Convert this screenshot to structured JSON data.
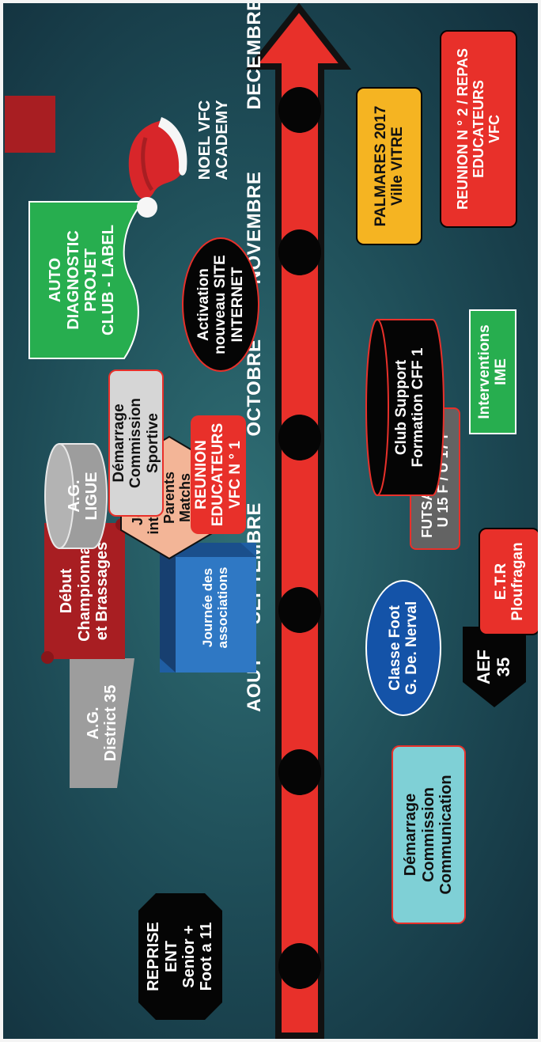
{
  "months": {
    "aout": "AOUT",
    "septembre": "SEPTEMBRE",
    "octobre": "OCTOBRE",
    "novembre": "NOVEMBRE",
    "decembre": "DECEMBRE"
  },
  "events": {
    "reprise": "REPRISE\nENT\nSenior +\nFoot a 11",
    "ag_district": "A.G.\nDistrict 35",
    "journee_associations": "Journée des\nassociations",
    "debut_championnat": "Début\nChampionnat\net Brassages",
    "journee_integration": "Journée\nintégration\nParents\nMatchs\nFéminins",
    "ag_ligue": "A.G.\nLIGUE",
    "demarrage_sportive": "Démarrage\nCommission Sportive",
    "reunion_educateurs_1": "REUNION\nEDUCATEURS\nVFC N ° 1",
    "activation_site": "Activation\nnouveau SITE\nINTERNET",
    "auto_diagnostic": "AUTO\nDIAGNOSTIC\nPROJET\nCLUB - LABEL",
    "noel_academy": "NOEL VFC\nACADEMY",
    "demarrage_communication": "Démarrage\nCommission\nCommunication",
    "aef": "AEF\n35",
    "classe_foot": "Classe Foot\nG. De. Nerval",
    "etr": "E.T.R\nPloufragan",
    "futsal_feminin": "FUTSAL FEMININ\nU 15 F / U 17 F",
    "club_support": "Club Support\nFormation  CFF 1",
    "interventions_ime": "Interventions\nIME",
    "palmares": "PALMARES 2017\nVille VITRE",
    "reunion_educateurs_2": "REUNION N ° 2 / REPAS\nEDUCATEURS\nVFC"
  },
  "colors": {
    "arrow_red": "#e8302a",
    "arrow_outline": "#111111",
    "milestone": "#050505",
    "dark_red": "#a81e22",
    "green": "#27ae4f",
    "cyan": "#7fd0d6",
    "blue_box": "#2f78c4",
    "salmon": "#f3b597",
    "gray": "#9d9d9d",
    "light_gray": "#d6d6d6",
    "orange": "#f5b422"
  }
}
